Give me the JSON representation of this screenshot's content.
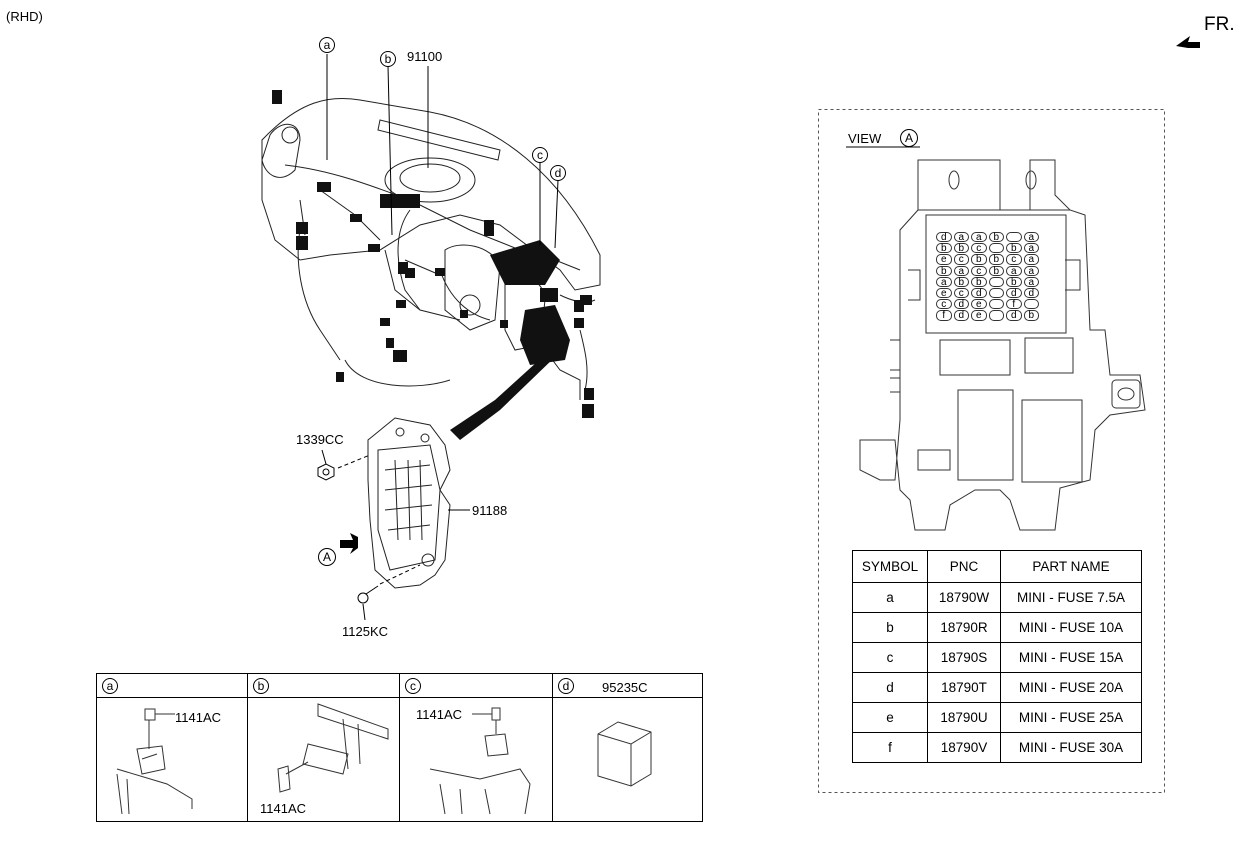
{
  "header": {
    "region_label": "(RHD)",
    "front_label": "FR."
  },
  "main": {
    "labels": {
      "a": "a",
      "b": "b",
      "c": "c",
      "d": "d",
      "wiring_pnc": "91100",
      "bolt_pnc": "1339CC",
      "junction_box_pnc": "91188",
      "view_marker": "A",
      "screw_pnc": "1125KC"
    }
  },
  "view": {
    "title": "VIEW",
    "marker": "A",
    "fuse_grid": [
      [
        "d",
        "a",
        "a",
        "b",
        "",
        "a"
      ],
      [
        "b",
        "b",
        "c",
        "",
        "b",
        "a"
      ],
      [
        "e",
        "c",
        "b",
        "b",
        "c",
        "a"
      ],
      [
        "b",
        "a",
        "c",
        "b",
        "a",
        "a"
      ],
      [
        "a",
        "b",
        "b",
        "",
        "b",
        "a"
      ],
      [
        "e",
        "c",
        "d",
        "",
        "d",
        "d"
      ],
      [
        "c",
        "d",
        "e",
        "",
        "f",
        ""
      ],
      [
        "f",
        "d",
        "e",
        "",
        "d",
        "b"
      ]
    ]
  },
  "parts_table": {
    "headers": [
      "SYMBOL",
      "PNC",
      "PART NAME"
    ],
    "rows": [
      [
        "a",
        "18790W",
        "MINI - FUSE 7.5A"
      ],
      [
        "b",
        "18790R",
        "MINI - FUSE 10A"
      ],
      [
        "c",
        "18790S",
        "MINI - FUSE 15A"
      ],
      [
        "d",
        "18790T",
        "MINI - FUSE 20A"
      ],
      [
        "e",
        "18790U",
        "MINI - FUSE 25A"
      ],
      [
        "f",
        "18790V",
        "MINI - FUSE 30A"
      ]
    ]
  },
  "sub_panels": [
    {
      "symbol": "a",
      "title": "",
      "labels": [
        "1141AC"
      ]
    },
    {
      "symbol": "b",
      "title": "",
      "labels": [
        "1141AC"
      ]
    },
    {
      "symbol": "c",
      "title": "",
      "labels": [
        "1141AC"
      ]
    },
    {
      "symbol": "d",
      "title": "95235C",
      "labels": []
    }
  ]
}
